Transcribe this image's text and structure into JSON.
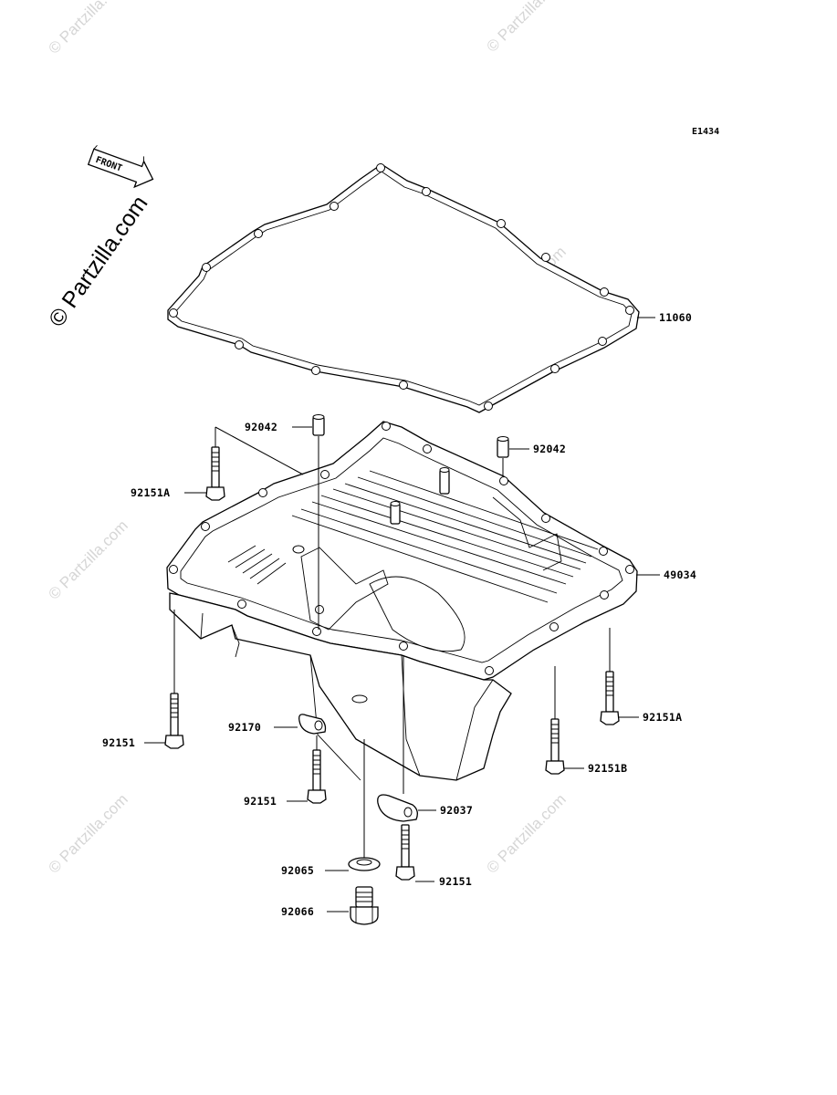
{
  "diagram": {
    "code": "E1434",
    "front_label": "FRONT",
    "watermark": "© Partzilla.com",
    "watermark_main": "© Partzilla.com"
  },
  "parts": [
    {
      "id": "gasket",
      "number": "11060"
    },
    {
      "id": "oil_pan",
      "number": "49034"
    },
    {
      "id": "dowel_left",
      "number": "92042"
    },
    {
      "id": "dowel_right",
      "number": "92042"
    },
    {
      "id": "bolt_a_left",
      "number": "92151A"
    },
    {
      "id": "bolt_a_right",
      "number": "92151A"
    },
    {
      "id": "bolt_left",
      "number": "92151"
    },
    {
      "id": "bolt_b",
      "number": "92151B"
    },
    {
      "id": "clamp_small",
      "number": "92170"
    },
    {
      "id": "bolt_center",
      "number": "92151"
    },
    {
      "id": "clamp_large",
      "number": "92037"
    },
    {
      "id": "washer",
      "number": "92065"
    },
    {
      "id": "bolt_bottom",
      "number": "92151"
    },
    {
      "id": "drain_plug",
      "number": "92066"
    }
  ]
}
